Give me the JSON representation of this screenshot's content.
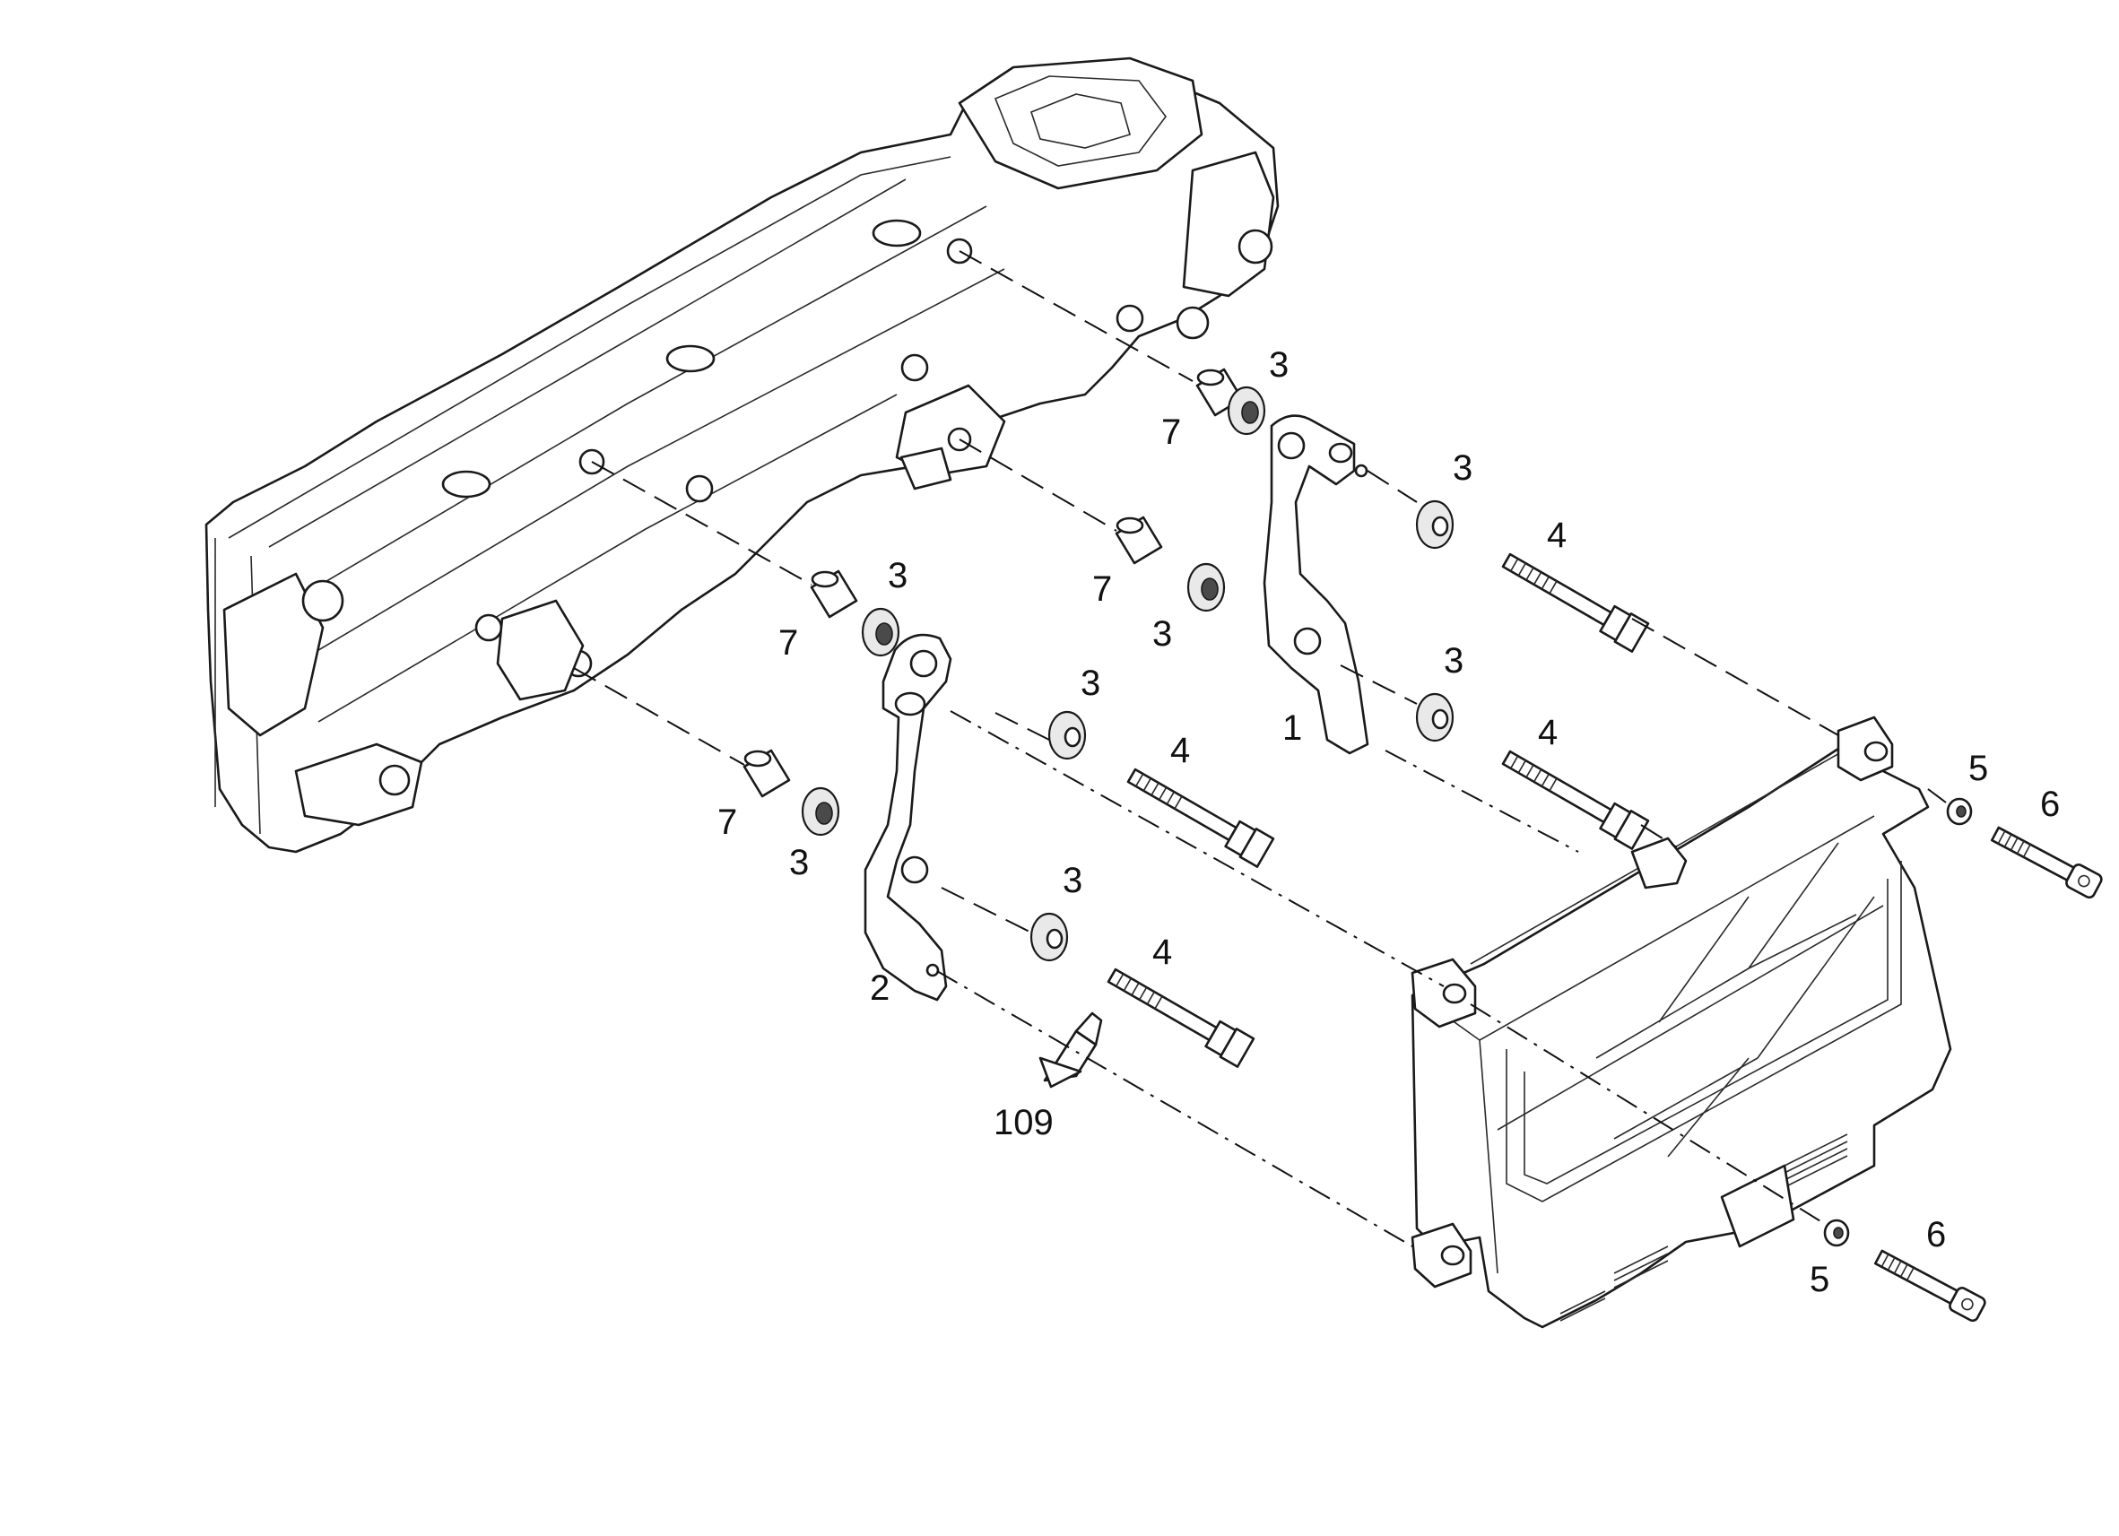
{
  "callouts": {
    "c1": "1",
    "c2": "2",
    "c3": "3",
    "c4": "4",
    "c5": "5",
    "c6": "6",
    "c7": "7",
    "c109": "109"
  }
}
